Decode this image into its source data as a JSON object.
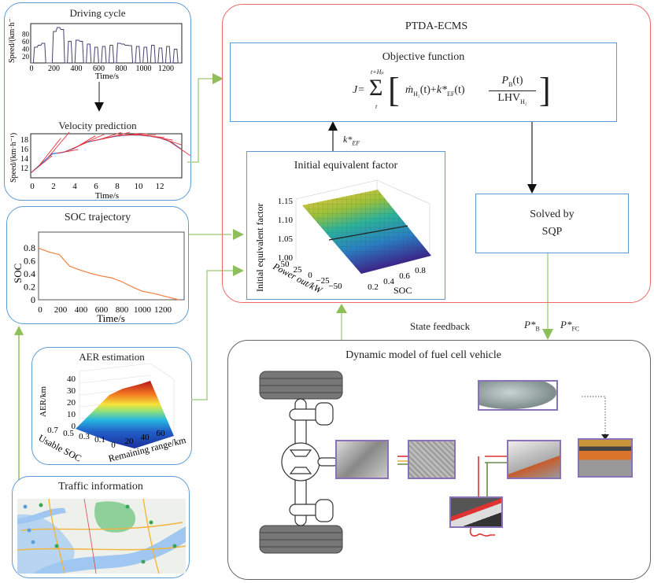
{
  "left_panels": {
    "driving_cycle": {
      "title": "Driving cycle",
      "ylabel": "Speed/(km·h⁻¹)",
      "xlabel": "Time/s",
      "yticks": [
        "20",
        "40",
        "60",
        "80"
      ],
      "xticks": [
        "0",
        "200",
        "400",
        "600",
        "800",
        "1000",
        "1200"
      ]
    },
    "velocity_prediction": {
      "title": "Velocity prediction",
      "ylabel": "Speed/(km·h⁻¹)",
      "xlabel": "Time/s",
      "yticks": [
        "12",
        "14",
        "16",
        "18"
      ],
      "xticks": [
        "0",
        "2",
        "4",
        "6",
        "8",
        "10",
        "12"
      ]
    },
    "soc_trajectory": {
      "title": "SOC trajectory",
      "ylabel": "SOC",
      "xlabel": "Time/s",
      "yticks": [
        "0",
        "0.2",
        "0.4",
        "0.6",
        "0.8"
      ],
      "xticks": [
        "0",
        "200",
        "400",
        "600",
        "800",
        "1000",
        "1200"
      ]
    },
    "aer_estimation": {
      "title": "AER estimation",
      "zlabel": "AER/km",
      "xlabel": "Usable SOC",
      "ylabel": "Remaining range/km",
      "zticks": [
        "0",
        "10",
        "20",
        "30",
        "40"
      ],
      "xticks": [
        "0.7",
        "0.5",
        "0.3",
        "0.1"
      ],
      "yticks": [
        "0",
        "20",
        "40",
        "60"
      ]
    },
    "traffic_information": {
      "title": "Traffic information"
    }
  },
  "main": {
    "title": "PTDA-ECMS",
    "objective": {
      "title": "Objective function",
      "equation_lhs": "J=",
      "sum_upper": "t+Hₚ",
      "sum_lower": "t",
      "term1": "ṁ",
      "term1_sub": "H₂",
      "term1_arg": "(t)+",
      "term2": "k*",
      "term2_sub": "EF",
      "term2_arg": "(t)",
      "numerator": "P",
      "numerator_sub": "B",
      "numerator_arg": "(t)",
      "denominator": "LHV",
      "denominator_sub": "H₂"
    },
    "kef_label": "k*",
    "kef_sub": "EF",
    "initial_factor": {
      "title": "Initial equivalent factor",
      "zlabel": "Initial equivalent factor",
      "xlabel": "Power out/kW",
      "ylabel": "SOC",
      "zticks": [
        "1.00",
        "1.05",
        "1.10",
        "1.15"
      ],
      "xticks": [
        "50",
        "25",
        "0",
        "−25",
        "−50"
      ],
      "yticks": [
        "0.2",
        "0.4",
        "0.6",
        "0.8"
      ]
    },
    "solver": {
      "line1": "Solved by",
      "line2": "SQP"
    }
  },
  "feedback": {
    "state_feedback": "State feedback",
    "pb": "P*",
    "pb_sub": "B",
    "pfc": "P*",
    "pfc_sub": "FC"
  },
  "vehicle": {
    "title": "Dynamic model of fuel cell vehicle",
    "components": [
      "motor",
      "dc-ac-inverter",
      "dc-dc-converter",
      "fuel-cell-stack",
      "hydrogen-tank",
      "battery-pack",
      "charging-plug"
    ]
  },
  "colors": {
    "panel_border": "#5b9bd5",
    "main_border": "#ef6b6b",
    "arrow_green": "#8fbf5a",
    "frame_purple": "#8a72b8",
    "driving_line": "#4a4070",
    "prediction_line": "#e8313a",
    "soc_line": "#f07f3c"
  }
}
